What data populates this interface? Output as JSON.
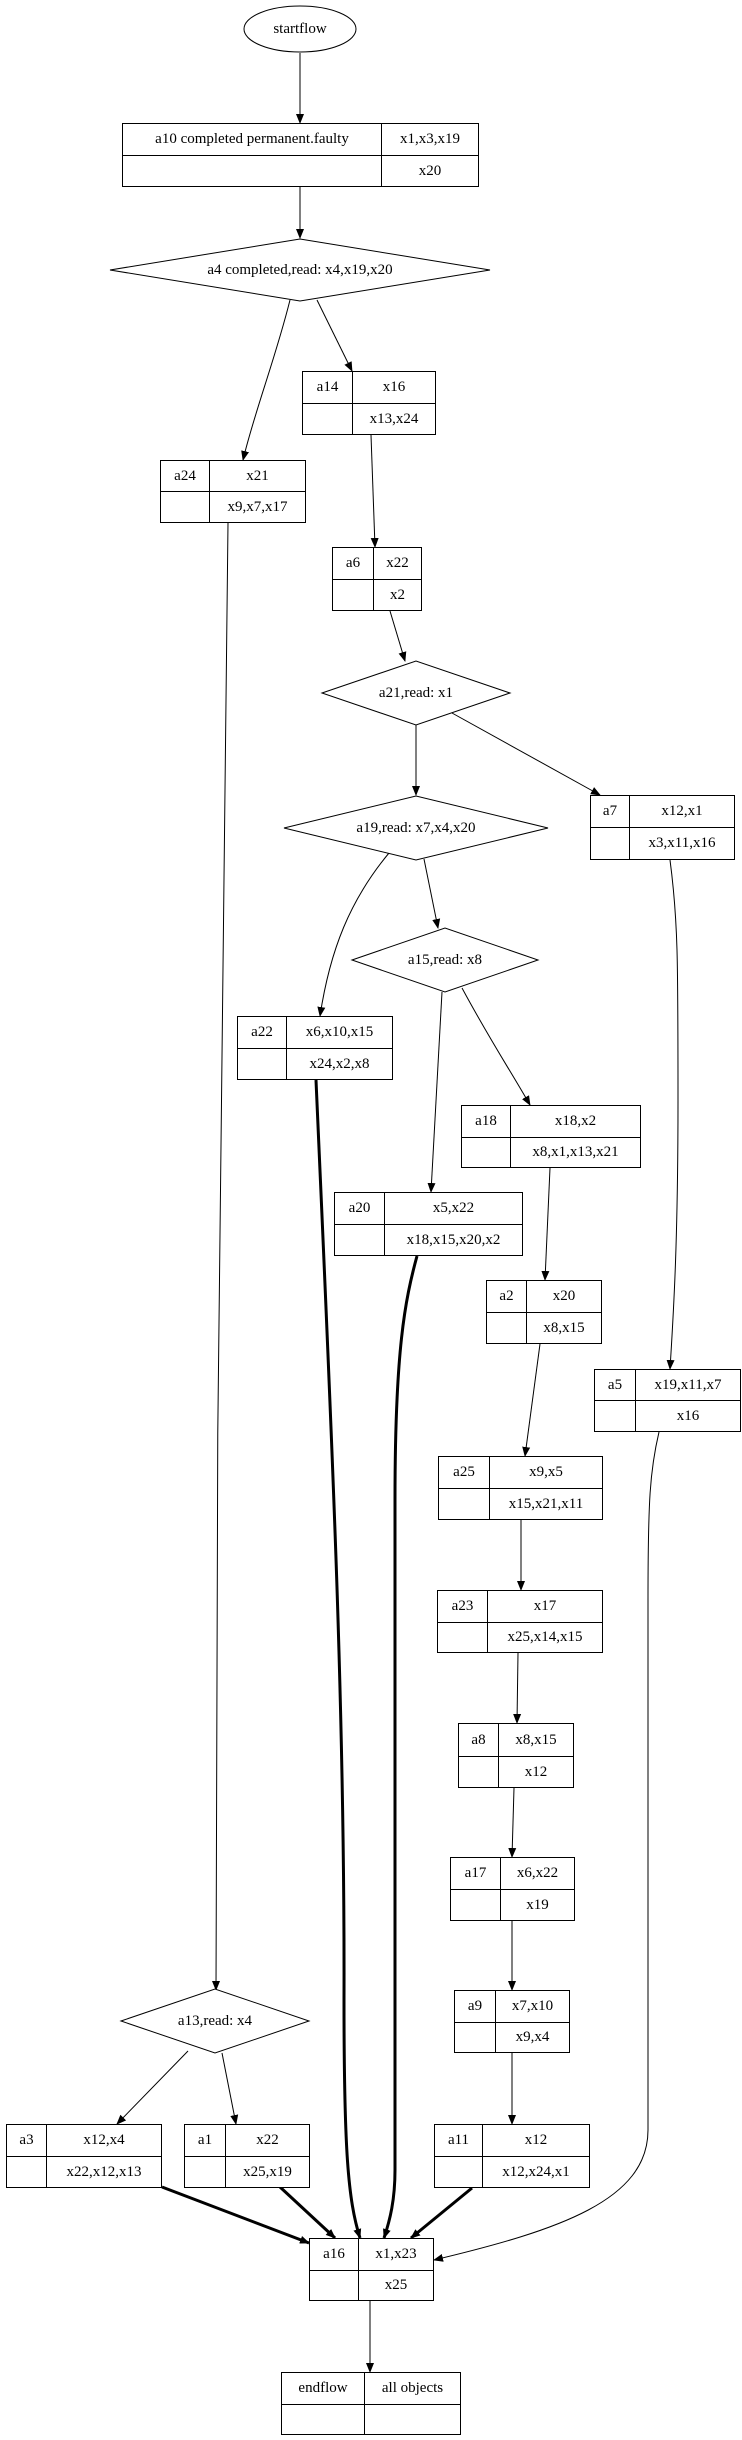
{
  "start": {
    "label": "startflow"
  },
  "records": [
    {
      "id": "a10",
      "tl": "a10 completed permanent.faulty",
      "tr": "x1,x3,x19",
      "bl": "",
      "br": "x20"
    },
    {
      "id": "a14",
      "tl": "a14",
      "tr": "x16",
      "bl": "",
      "br": "x13,x24"
    },
    {
      "id": "a24",
      "tl": "a24",
      "tr": "x21",
      "bl": "",
      "br": "x9,x7,x17"
    },
    {
      "id": "a6",
      "tl": "a6",
      "tr": "x22",
      "bl": "",
      "br": "x2"
    },
    {
      "id": "a7",
      "tl": "a7",
      "tr": "x12,x1",
      "bl": "",
      "br": "x3,x11,x16"
    },
    {
      "id": "a22",
      "tl": "a22",
      "tr": "x6,x10,x15",
      "bl": "",
      "br": "x24,x2,x8"
    },
    {
      "id": "a18",
      "tl": "a18",
      "tr": "x18,x2",
      "bl": "",
      "br": "x8,x1,x13,x21"
    },
    {
      "id": "a20",
      "tl": "a20",
      "tr": "x5,x22",
      "bl": "",
      "br": "x18,x15,x20,x2"
    },
    {
      "id": "a2",
      "tl": "a2",
      "tr": "x20",
      "bl": "",
      "br": "x8,x15"
    },
    {
      "id": "a5",
      "tl": "a5",
      "tr": "x19,x11,x7",
      "bl": "",
      "br": "x16"
    },
    {
      "id": "a25",
      "tl": "a25",
      "tr": "x9,x5",
      "bl": "",
      "br": "x15,x21,x11"
    },
    {
      "id": "a23",
      "tl": "a23",
      "tr": "x17",
      "bl": "",
      "br": "x25,x14,x15"
    },
    {
      "id": "a8",
      "tl": "a8",
      "tr": "x8,x15",
      "bl": "",
      "br": "x12"
    },
    {
      "id": "a17",
      "tl": "a17",
      "tr": "x6,x22",
      "bl": "",
      "br": "x19"
    },
    {
      "id": "a9",
      "tl": "a9",
      "tr": "x7,x10",
      "bl": "",
      "br": "x9,x4"
    },
    {
      "id": "a3",
      "tl": "a3",
      "tr": "x12,x4",
      "bl": "",
      "br": "x22,x12,x13"
    },
    {
      "id": "a1",
      "tl": "a1",
      "tr": "x22",
      "bl": "",
      "br": "x25,x19"
    },
    {
      "id": "a11",
      "tl": "a11",
      "tr": "x12",
      "bl": "",
      "br": "x12,x24,x1"
    },
    {
      "id": "a16",
      "tl": "a16",
      "tr": "x1,x23",
      "bl": "",
      "br": "x25"
    },
    {
      "id": "endflow",
      "tl": "endflow",
      "tr": "all objects",
      "bl": "",
      "br": ""
    }
  ],
  "decisions": [
    {
      "id": "a4",
      "label": "a4 completed,read: x4,x19,x20"
    },
    {
      "id": "a21",
      "label": "a21,read: x1"
    },
    {
      "id": "a19",
      "label": "a19,read: x7,x4,x20"
    },
    {
      "id": "a15",
      "label": "a15,read: x8"
    },
    {
      "id": "a13",
      "label": "a13,read: x4"
    }
  ],
  "edges": [
    {
      "from": "startflow",
      "to": "a10",
      "bold": false
    },
    {
      "from": "a10",
      "to": "a4",
      "bold": false
    },
    {
      "from": "a4",
      "to": "a24",
      "bold": false
    },
    {
      "from": "a4",
      "to": "a14",
      "bold": false
    },
    {
      "from": "a14",
      "to": "a6",
      "bold": false
    },
    {
      "from": "a24",
      "to": "a13",
      "bold": false
    },
    {
      "from": "a6",
      "to": "a21",
      "bold": false
    },
    {
      "from": "a21",
      "to": "a19",
      "bold": false
    },
    {
      "from": "a21",
      "to": "a7",
      "bold": false
    },
    {
      "from": "a19",
      "to": "a22",
      "bold": false
    },
    {
      "from": "a19",
      "to": "a15",
      "bold": false
    },
    {
      "from": "a15",
      "to": "a20",
      "bold": false
    },
    {
      "from": "a15",
      "to": "a18",
      "bold": false
    },
    {
      "from": "a18",
      "to": "a2",
      "bold": false
    },
    {
      "from": "a7",
      "to": "a5",
      "bold": false
    },
    {
      "from": "a2",
      "to": "a25",
      "bold": false
    },
    {
      "from": "a25",
      "to": "a23",
      "bold": false
    },
    {
      "from": "a23",
      "to": "a8",
      "bold": false
    },
    {
      "from": "a8",
      "to": "a17",
      "bold": false
    },
    {
      "from": "a17",
      "to": "a9",
      "bold": false
    },
    {
      "from": "a9",
      "to": "a11",
      "bold": false
    },
    {
      "from": "a13",
      "to": "a3",
      "bold": false
    },
    {
      "from": "a13",
      "to": "a1",
      "bold": false
    },
    {
      "from": "a3",
      "to": "a16",
      "bold": true
    },
    {
      "from": "a1",
      "to": "a16",
      "bold": true
    },
    {
      "from": "a22",
      "to": "a16",
      "bold": true
    },
    {
      "from": "a20",
      "to": "a16",
      "bold": true
    },
    {
      "from": "a11",
      "to": "a16",
      "bold": true
    },
    {
      "from": "a5",
      "to": "a16",
      "bold": false
    },
    {
      "from": "a16",
      "to": "endflow",
      "bold": false
    }
  ]
}
